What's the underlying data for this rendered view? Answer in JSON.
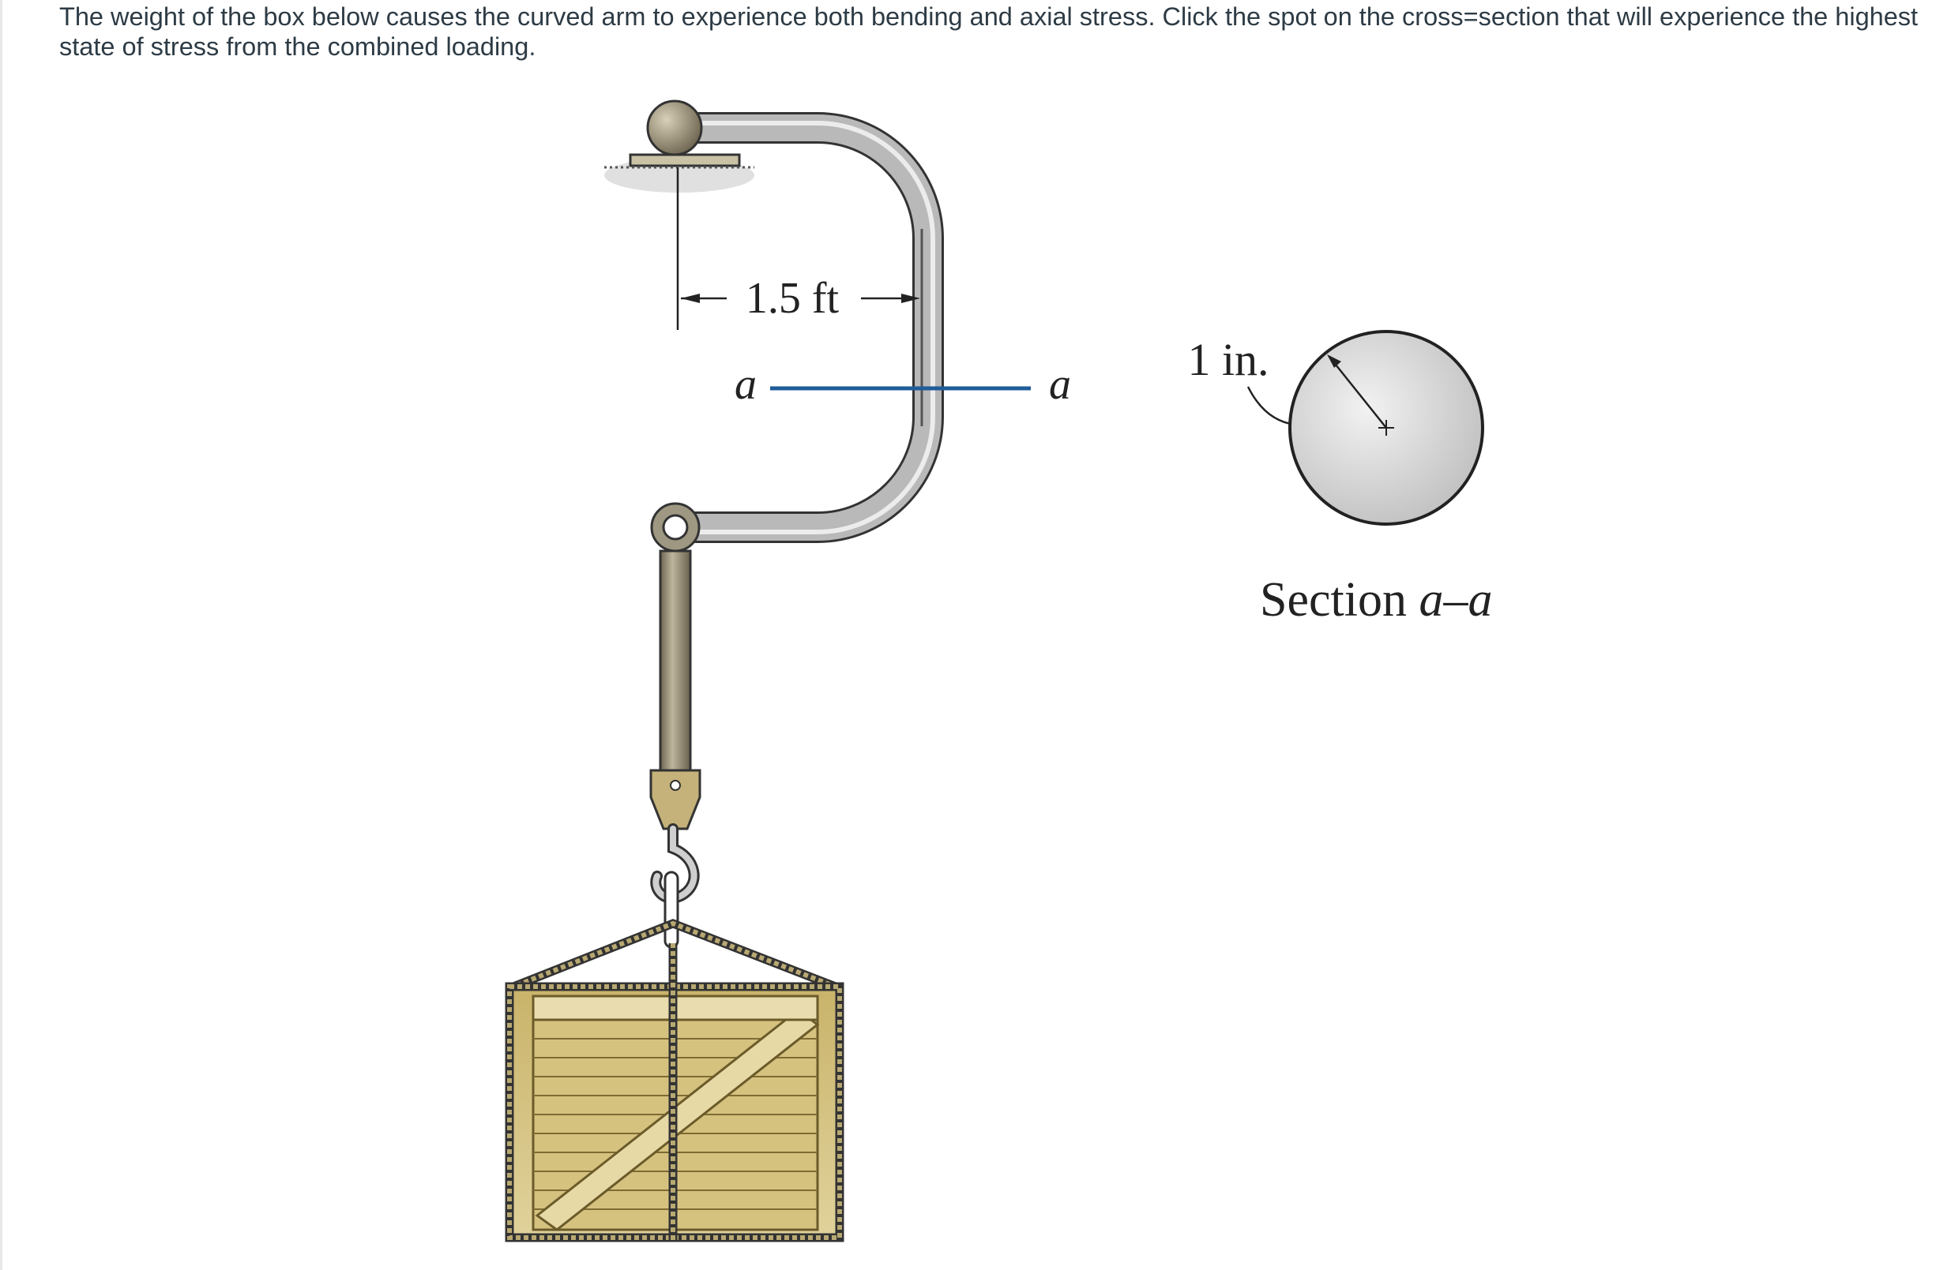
{
  "question": {
    "prompt": "The weight of the box below causes the curved arm to experience both bending and axial stress. Click the spot on the cross=section that will experience the highest state of stress from the combined loading."
  },
  "figure": {
    "dimension_label": "1.5 ft",
    "section_mark_left": "a",
    "section_mark_right": "a",
    "radius_label": "1 in.",
    "section_title_word": "Section",
    "section_title_id": "a–a"
  },
  "colors": {
    "rod": "#a8a8a8",
    "section_line": "#1f5c99",
    "crate": "#d9c98a",
    "crate_dark": "#8f7a3a",
    "hanger": "#b8a872",
    "support_ball": "#9a9078"
  }
}
